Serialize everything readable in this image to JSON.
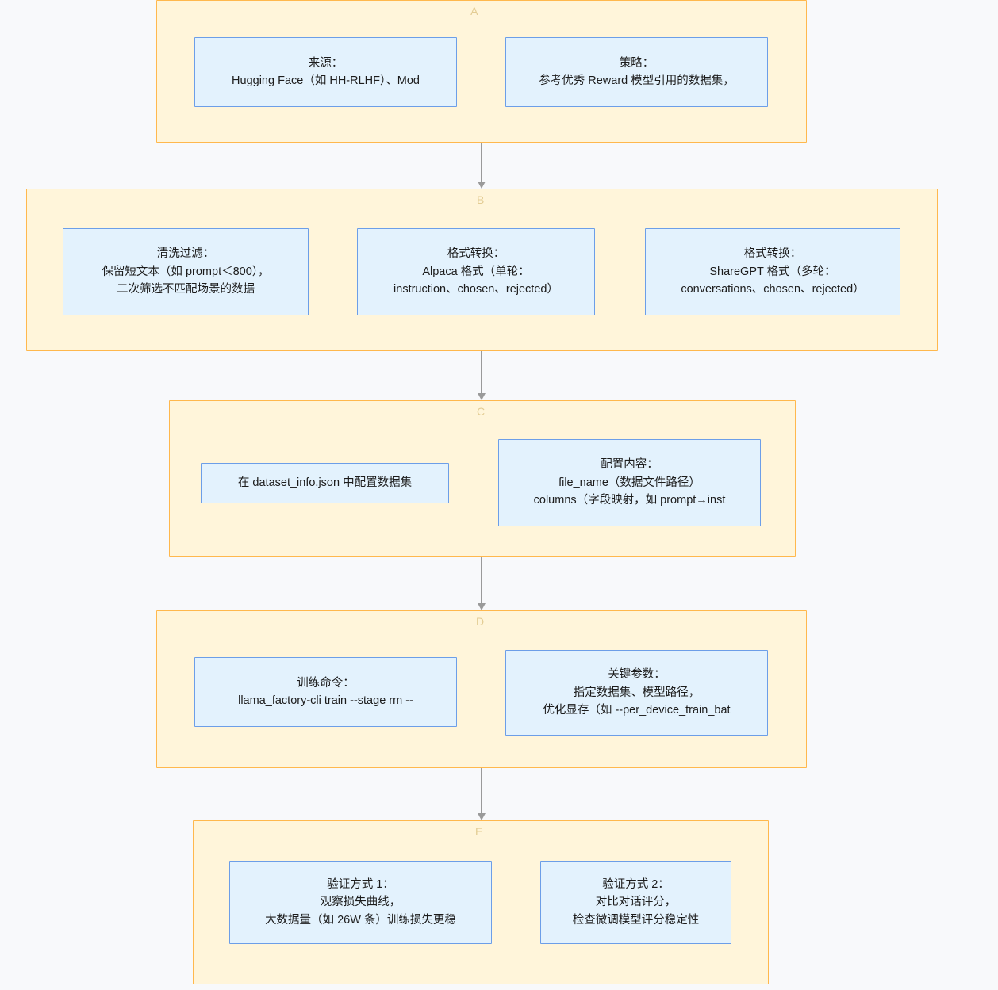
{
  "diagram": {
    "type": "flowchart",
    "direction": "top-to-bottom",
    "colors": {
      "page_background": "#f8f9fb",
      "cluster_fill": "#fff5da",
      "cluster_border": "#ffb84d",
      "cluster_label": "#e3cc93",
      "node_fill": "#e3f2fd",
      "node_border": "#6c9ee8",
      "node_text": "#1c1c1c",
      "edge": "#9a9a9a"
    },
    "clusters": [
      {
        "id": "A",
        "label": "A",
        "nodes": [
          {
            "id": "A1",
            "lines": [
              "来源：",
              "Hugging Face（如 HH‑RLHF）、Mod"
            ],
            "clipped": true
          },
          {
            "id": "A2",
            "lines": [
              "策略：",
              "参考优秀 Reward 模型引用的数据集，"
            ],
            "clipped": false
          }
        ]
      },
      {
        "id": "B",
        "label": "B",
        "nodes": [
          {
            "id": "B1",
            "lines": [
              "清洗过滤：",
              "保留短文本（如 prompt＜800），",
              "二次筛选不匹配场景的数据"
            ],
            "clipped": false
          },
          {
            "id": "B2",
            "lines": [
              "格式转换：",
              "Alpaca 格式（单轮：",
              "instruction、chosen、rejected）"
            ],
            "clipped": false
          },
          {
            "id": "B3",
            "lines": [
              "格式转换：",
              "ShareGPT 格式（多轮：",
              "conversations、chosen、rejected）"
            ],
            "clipped": false
          }
        ]
      },
      {
        "id": "C",
        "label": "C",
        "nodes": [
          {
            "id": "C1",
            "lines": [
              "在 dataset_info.json 中配置数据集"
            ],
            "clipped": false
          },
          {
            "id": "C2",
            "lines": [
              "配置内容：",
              "file_name（数据文件路径）",
              "columns（字段映射，如 prompt→inst"
            ],
            "clipped": true
          }
        ]
      },
      {
        "id": "D",
        "label": "D",
        "nodes": [
          {
            "id": "D1",
            "lines": [
              "训练命令：",
              "llama_factory‑cli train --stage rm --"
            ],
            "clipped": true
          },
          {
            "id": "D2",
            "lines": [
              "关键参数：",
              "指定数据集、模型路径，",
              "优化显存（如 --per_device_train_bat"
            ],
            "clipped": true
          }
        ]
      },
      {
        "id": "E",
        "label": "E",
        "nodes": [
          {
            "id": "E1",
            "lines": [
              "验证方式 1：",
              "观察损失曲线，",
              "大数据量（如 26W 条）训练损失更稳"
            ],
            "clipped": true
          },
          {
            "id": "E2",
            "lines": [
              "验证方式 2：",
              "对比对话评分，",
              "检查微调模型评分稳定性"
            ],
            "clipped": false
          }
        ]
      }
    ],
    "edges": [
      {
        "id": "A-B",
        "from": "A",
        "to": "B"
      },
      {
        "id": "B-C",
        "from": "B",
        "to": "C"
      },
      {
        "id": "C-D",
        "from": "C",
        "to": "D"
      },
      {
        "id": "D-E",
        "from": "D",
        "to": "E"
      }
    ]
  }
}
